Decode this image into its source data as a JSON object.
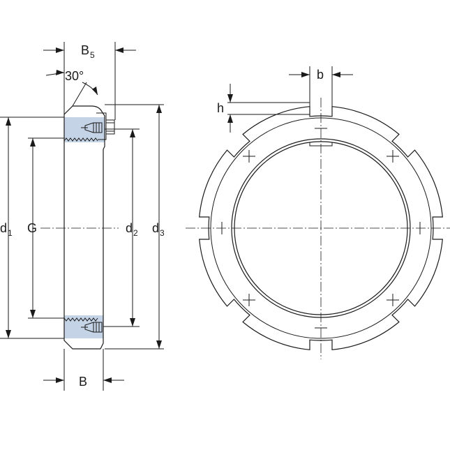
{
  "labels": {
    "b5_main": "B",
    "b5_sub": "5",
    "angle": "30°",
    "b": "B",
    "d1_main": "d",
    "d1_sub": "1",
    "g": "G",
    "d2_main": "d",
    "d2_sub": "2",
    "d3_main": "d",
    "d3_sub": "3",
    "slot_width": "b",
    "slot_depth": "h"
  },
  "colors": {
    "line": "#1a1a1a",
    "section_fill": "#c5d3e6",
    "background": "#ffffff"
  }
}
